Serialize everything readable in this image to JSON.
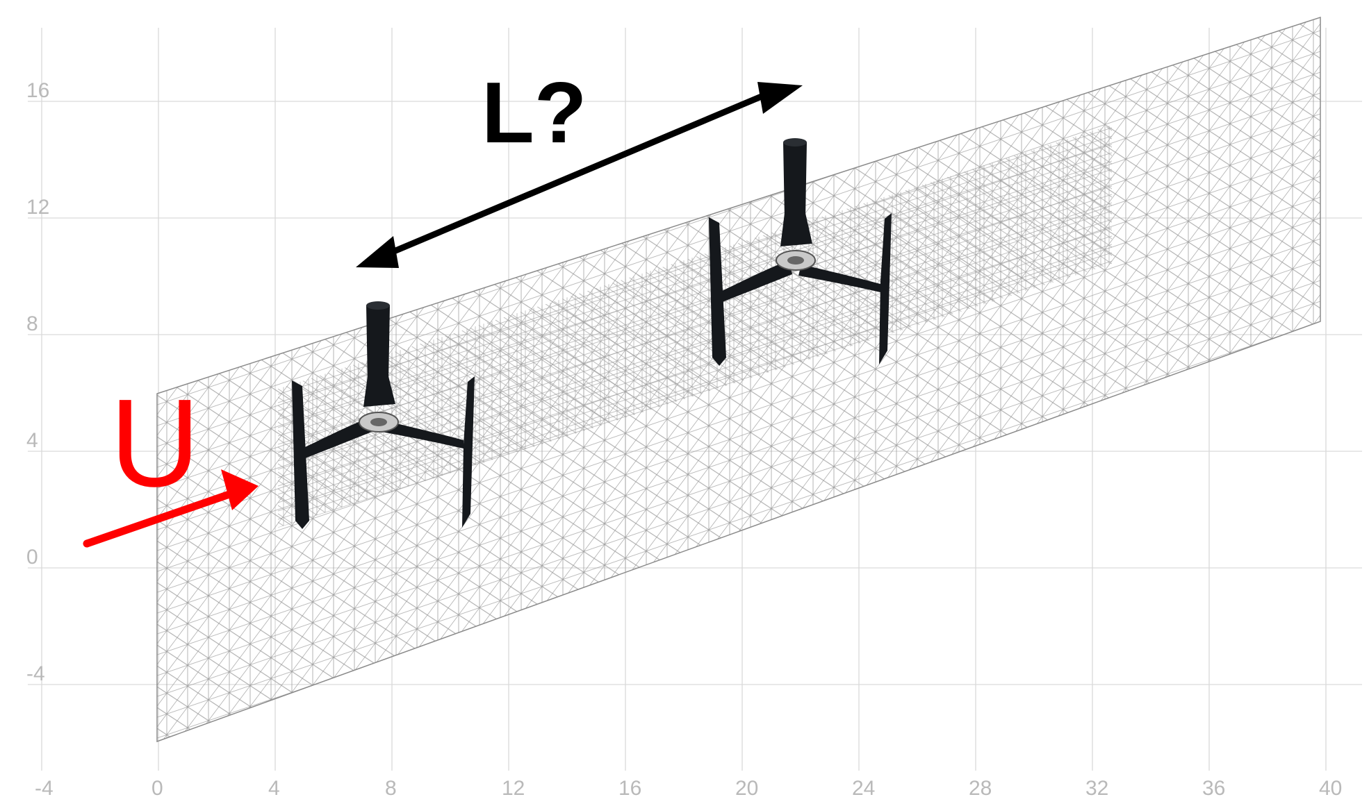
{
  "figure": {
    "x_ticks": [
      "-4",
      "0",
      "4",
      "8",
      "12",
      "16",
      "20",
      "24",
      "28",
      "32",
      "36",
      "40"
    ],
    "y_ticks": [
      "16",
      "12",
      "8",
      "4",
      "0",
      "-4"
    ],
    "distance_label": "L?",
    "flow_label": "U"
  },
  "colors": {
    "grid": "#d9d9d9",
    "mesh": "#9a9a9a",
    "tick": "#b9b9b9",
    "arrow": "#000000",
    "flow": "#ff0000",
    "turbine": "#15181c",
    "hub": "#b8b8b8"
  },
  "icons": {
    "turbine_upstream": "vertical-axis-turbine-icon",
    "turbine_downstream": "vertical-axis-turbine-icon"
  }
}
